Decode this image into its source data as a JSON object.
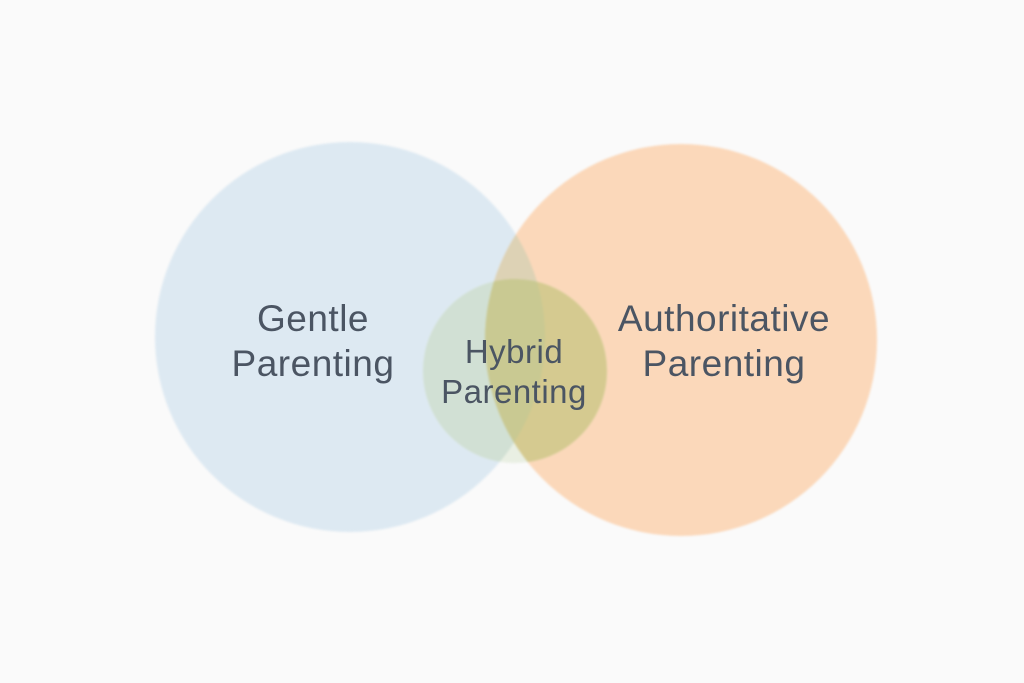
{
  "diagram": {
    "type": "venn",
    "sets": [
      {
        "id": "gentle",
        "label": "Gentle Parenting",
        "position": "left"
      },
      {
        "id": "authoritative",
        "label": "Authoritative Parenting",
        "position": "right"
      },
      {
        "id": "hybrid",
        "label": "Hybrid Parenting",
        "position": "center-overlap"
      }
    ]
  },
  "labels": {
    "left": {
      "line1": "Gentle",
      "line2": "Parenting"
    },
    "right": {
      "line1": "Authoritative",
      "line2": "Parenting"
    },
    "center": {
      "line1": "Hybrid",
      "line2": "Parenting"
    }
  },
  "colors": {
    "background": "#fafafa",
    "blue_circle": "#dde9f2",
    "orange_circle": "#fbd8ba",
    "green_circle_alone": "#e9efe3",
    "blue_orange_overlap": "#ddd2b5",
    "green_blue_overlap": "#d1e0d4",
    "green_orange_overlap": "#d5ca90",
    "triple_overlap": "#c9c992",
    "text": "#4b5563"
  }
}
